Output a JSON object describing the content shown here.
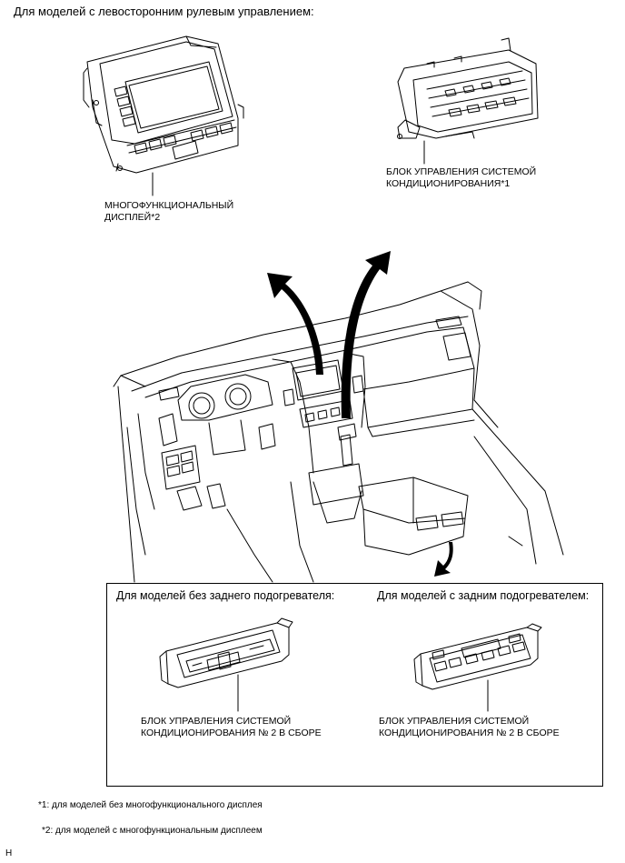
{
  "heading_main": "Для моделей с левосторонним рулевым управлением:",
  "labels": {
    "multi_display": "МНОГОФУНКЦИОНАЛЬНЫЙ ДИСПЛЕЙ*2",
    "ac_control": "БЛОК УПРАВЛЕНИЯ СИСТЕМОЙ КОНДИЦИОНИРОВАНИЯ*1"
  },
  "panel": {
    "left_heading": "Для моделей без заднего подогревателя:",
    "right_heading": "Для моделей с задним подогревателем:",
    "left_label": "БЛОК УПРАВЛЕНИЯ СИСТЕМОЙ КОНДИЦИОНИРОВАНИЯ № 2 В СБОРЕ",
    "right_label": "БЛОК УПРАВЛЕНИЯ СИСТЕМОЙ КОНДИЦИОНИРОВАНИЯ № 2 В СБОРЕ"
  },
  "notes": [
    "*1: для моделей без многофункционального дисплея",
    "*2: для моделей с многофункциональным дисплеем"
  ],
  "corner_code": "H"
}
